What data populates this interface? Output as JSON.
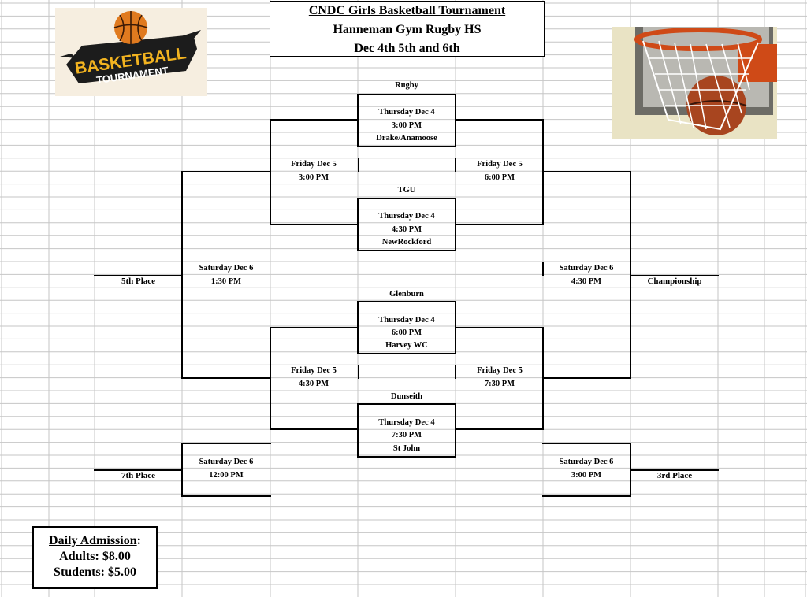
{
  "header": {
    "title": "CNDC Girls Basketball Tournament",
    "venue": "Hanneman Gym Rugby HS",
    "dates": "Dec 4th 5th and 6th"
  },
  "logo": {
    "line1": "BASKETBALL",
    "line2": "TOURNAMENT"
  },
  "images": {
    "logo_icon": "basketball-logo",
    "photo_icon": "basketball-hoop-photo"
  },
  "round1": [
    {
      "team_top": "Rugby",
      "day": "Thursday  Dec 4",
      "time": "3:00 PM",
      "team_bottom": "Drake/Anamoose"
    },
    {
      "team_top": "TGU",
      "day": "Thursday  Dec 4",
      "time": "4:30 PM",
      "team_bottom": "NewRockford"
    },
    {
      "team_top": "Glenburn",
      "day": "Thursday  Dec 4",
      "time": "6:00 PM",
      "team_bottom": "Harvey WC"
    },
    {
      "team_top": "Dunseith",
      "day": "Thursday  Dec 4",
      "time": "7:30 PM",
      "team_bottom": "St John"
    }
  ],
  "round2": [
    {
      "day": "Friday  Dec 5",
      "time": "3:00 PM"
    },
    {
      "day": "Friday  Dec 5",
      "time": "6:00 PM"
    },
    {
      "day": "Friday  Dec 5",
      "time": "4:30 PM"
    },
    {
      "day": "Friday  Dec 5",
      "time": "7:30 PM"
    }
  ],
  "finals": [
    {
      "day": "Saturday  Dec 6",
      "time": "1:30 PM",
      "place": "5th Place"
    },
    {
      "day": "Saturday  Dec 6",
      "time": "4:30 PM",
      "place": "Championship"
    },
    {
      "day": "Saturday  Dec 6",
      "time": "12:00 PM",
      "place": "7th Place"
    },
    {
      "day": "Saturday  Dec 6",
      "time": "3:00 PM",
      "place": "3rd Place"
    }
  ],
  "admission": {
    "heading": "Daily Admission",
    "colon": ":",
    "adults": "Adults: $8.00",
    "students": "Students: $5.00"
  }
}
